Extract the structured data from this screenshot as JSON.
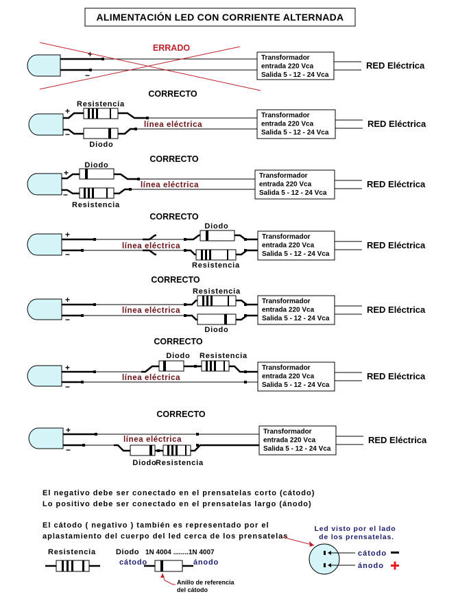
{
  "title": "ALIMENTACIÓN LED CON  CORRIENTE ALTERNADA",
  "colors": {
    "led_fill": "#d6f5f8",
    "wrong_mark": "#c0202a",
    "linea_text": "#6b0f14",
    "navy_text": "#1c1c6e",
    "plus_red": "#e21b1b"
  },
  "transformer": {
    "line1": "Transformador",
    "line2": "entrada 220 Vca",
    "line3": "Salida 5 - 12 - 24 Vca"
  },
  "grid_label": "RED Eléctrica",
  "plus": "+",
  "minus": "−",
  "linea": "línea eléctrica",
  "diagrams": [
    {
      "status": "ERRADO",
      "wrong": true
    },
    {
      "status": "CORRECTO",
      "top_component": "Resistencia",
      "bottom_component": "Diodo"
    },
    {
      "status": "CORRECTO",
      "top_component": "Diodo",
      "bottom_component": "Resistencia"
    },
    {
      "status": "CORRECTO",
      "top_component": "Diodo",
      "bottom_component": "Resistencia"
    },
    {
      "status": "CORRECTO",
      "top_component": "Resistencia",
      "bottom_component": "Diodo"
    },
    {
      "status": "CORRECTO",
      "series_components": [
        "Diodo",
        "Resistencia"
      ],
      "branch": "positive"
    },
    {
      "status": "CORRECTO",
      "series_components": [
        "Diodo",
        "Resistencia"
      ],
      "branch": "negative"
    }
  ],
  "notes": {
    "line1": "El negativo debe ser conectado en el prensatelas corto (cátodo)",
    "line2": "Lo positivo debe ser conectado en el prensatelas largo (ánodo)",
    "line3": "El cátodo ( negativo )  también es representado por el",
    "line4": "aplastamiento del cuerpo del led cerca de los prensatelas"
  },
  "legend": {
    "resistor_label": "Resistencia",
    "diode_label": "Diodo",
    "diode_models": "1N 4004 ........1N 4007",
    "cathode": "cátodo",
    "anode": "ánodo",
    "ring_note_1": "Anillo de referencia",
    "ring_note_2": "del cátodo"
  },
  "led_view": {
    "title1": "Led visto por el lado",
    "title2": "de los prensatelas.",
    "cathode": "cátodo",
    "anode": "ánodo",
    "cathode_sign": "minus-icon",
    "anode_sign": "plus-icon"
  }
}
